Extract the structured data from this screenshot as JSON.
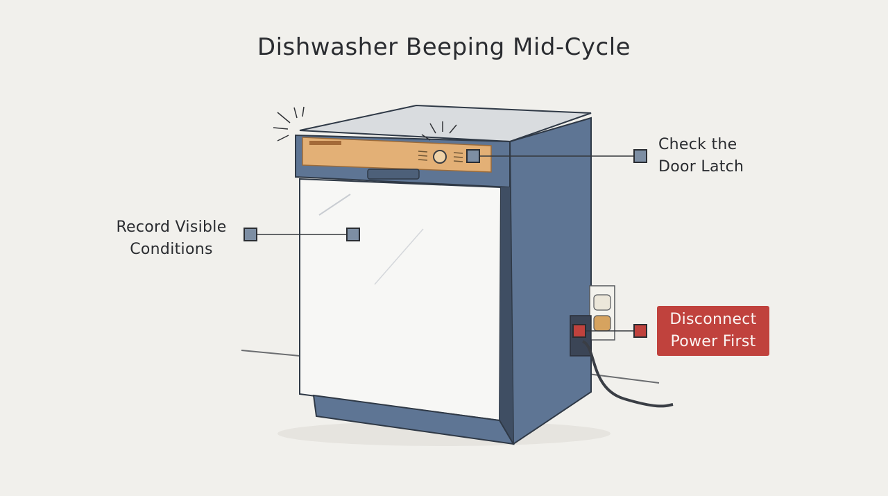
{
  "title": "Dishwasher Beeping Mid-Cycle",
  "callouts": {
    "door_latch": {
      "lines": [
        "Check the",
        "Door Latch"
      ]
    },
    "record_conditions": {
      "lines": [
        "Record Visible",
        "Conditions"
      ]
    },
    "disconnect_power": {
      "lines": [
        "Disconnect",
        "Power First"
      ],
      "background": "#c0423d"
    }
  },
  "colors": {
    "background": "#f1f0ec",
    "appliance_side": "#5e7594",
    "control_panel": "#e3b076",
    "marker": "#7d8ea3",
    "warning": "#c0423d"
  }
}
